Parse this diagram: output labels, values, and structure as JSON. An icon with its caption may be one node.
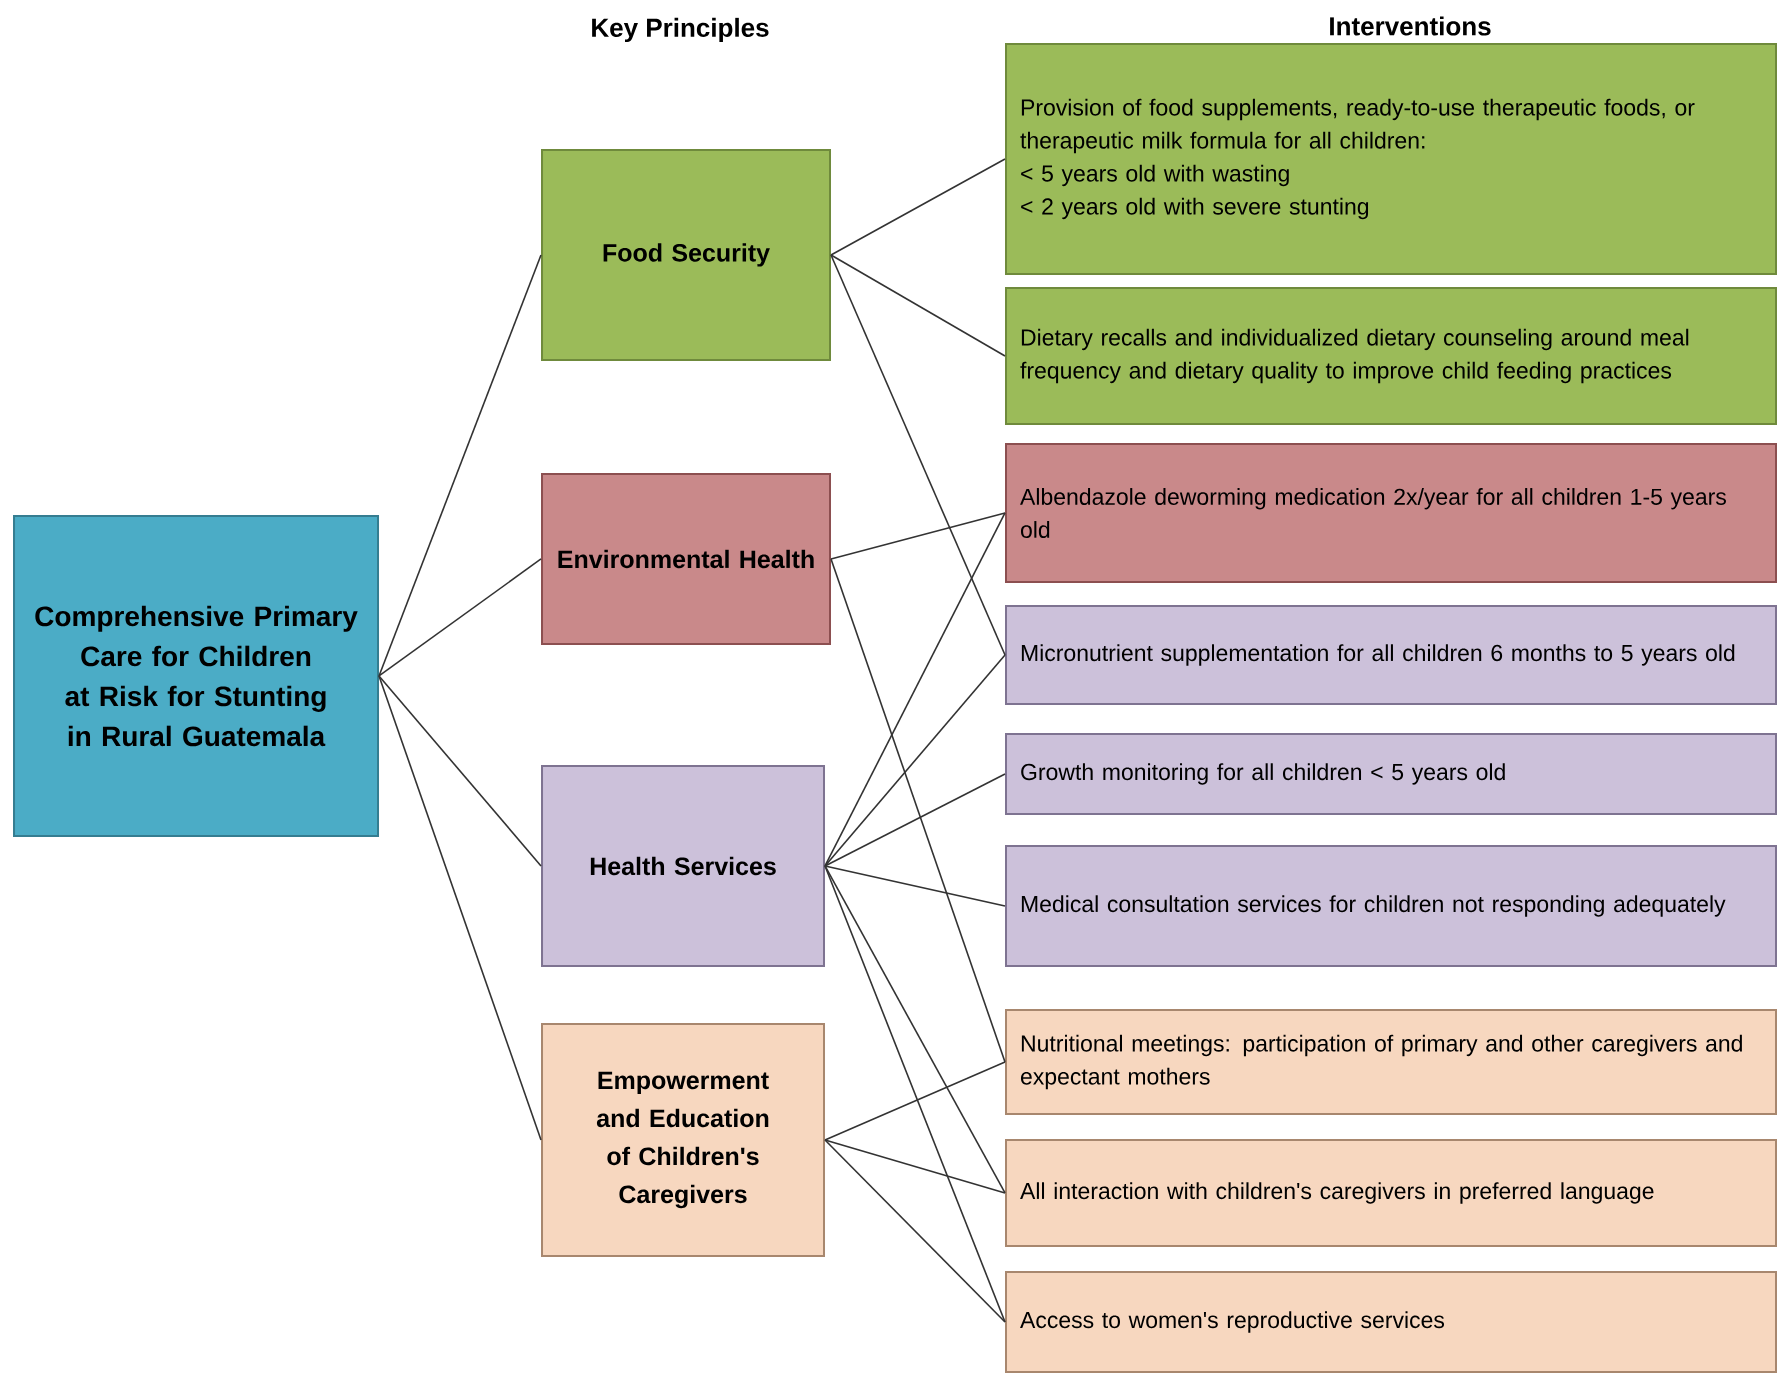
{
  "diagram": {
    "labels": [
      "Key Principles",
      "Interventions"
    ],
    "nodes": [
      {
        "text": [
          "Comprehensive Primary Care for Children at Risk for Stunting in Rural Guatemala"
        ]
      },
      {
        "text": [
          "Food Security"
        ]
      },
      {
        "text": [
          "Environmental Health"
        ]
      },
      {
        "text": [
          "Health Services"
        ]
      },
      {
        "text": [
          "Empowerment and Education of Children's Caregivers"
        ]
      },
      {
        "text": [
          "Provision of food supplements, ready-to-use therapeutic foods, or therapeutic milk formula for all children:",
          "< 5 years old with wasting",
          "< 2 years old with severe stunting"
        ]
      },
      {
        "text": [
          "Dietary recalls and individualized dietary counseling around meal frequency and dietary quality to improve child feeding practices"
        ]
      },
      {
        "text": [
          "Albendazole deworming medication 2x/year for all children 1-5 years old"
        ]
      },
      {
        "text": [
          "Micronutrient supplementation for all children 6 months to 5 years old"
        ]
      },
      {
        "text": [
          "Growth monitoring for all children < 5 years old"
        ]
      },
      {
        "text": [
          "Medical consultation services for children not responding adequately"
        ]
      },
      {
        "text": [
          "Nutritional meetings: participation of primary and other caregivers and expectant mothers"
        ]
      },
      {
        "text": [
          "All interaction with children's caregivers  in preferred language"
        ]
      },
      {
        "text": [
          "Access to women's reproductive services"
        ]
      }
    ],
    "edges": [
      {
        "from": 0,
        "to": 1,
        "arrow": "none"
      },
      {
        "from": 0,
        "to": 2,
        "arrow": "none"
      },
      {
        "from": 0,
        "to": 3,
        "arrow": "none"
      },
      {
        "from": 0,
        "to": 4,
        "arrow": "none"
      },
      {
        "from": 1,
        "to": 5,
        "arrow": "none"
      },
      {
        "from": 1,
        "to": 6,
        "arrow": "none"
      },
      {
        "from": 1,
        "to": 8,
        "arrow": "none"
      },
      {
        "from": 2,
        "to": 7,
        "arrow": "none"
      },
      {
        "from": 2,
        "to": 11,
        "arrow": "none"
      },
      {
        "from": 3,
        "to": 7,
        "arrow": "none"
      },
      {
        "from": 3,
        "to": 8,
        "arrow": "none"
      },
      {
        "from": 3,
        "to": 9,
        "arrow": "none"
      },
      {
        "from": 3,
        "to": 10,
        "arrow": "none"
      },
      {
        "from": 3,
        "to": 12,
        "arrow": "none"
      },
      {
        "from": 3,
        "to": 13,
        "arrow": "none"
      },
      {
        "from": 4,
        "to": 11,
        "arrow": "none"
      },
      {
        "from": 4,
        "to": 12,
        "arrow": "none"
      },
      {
        "from": 4,
        "to": 13,
        "arrow": "none"
      }
    ]
  }
}
